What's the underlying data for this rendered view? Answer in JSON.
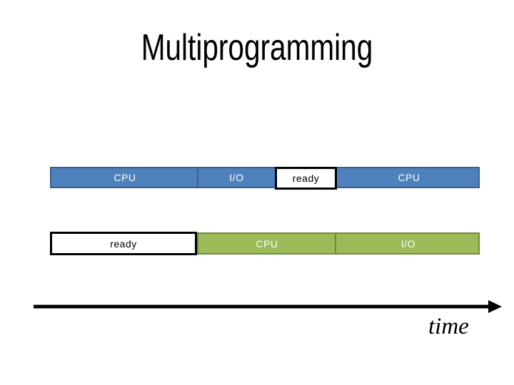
{
  "slide": {
    "title": "Multiprogramming",
    "timeline_label": "time",
    "colors": {
      "process1_fill": "#4f81bd",
      "process1_border": "#3a5f8f",
      "process2_fill": "#9bbb59",
      "process2_border": "#71893f",
      "ready_fill": "#ffffff",
      "ready_border": "#000000",
      "arrow": "#000000",
      "text_on_bar": "#ffffff",
      "title_color": "#000000"
    },
    "process1": {
      "segments": [
        {
          "label": "CPU",
          "state": "cpu"
        },
        {
          "label": "I/O",
          "state": "io"
        },
        {
          "label": "ready",
          "state": "ready"
        },
        {
          "label": "CPU",
          "state": "cpu"
        }
      ]
    },
    "process2": {
      "segments": [
        {
          "label": "ready",
          "state": "ready"
        },
        {
          "label": "CPU",
          "state": "cpu"
        },
        {
          "label": "I/O",
          "state": "io"
        }
      ]
    }
  }
}
